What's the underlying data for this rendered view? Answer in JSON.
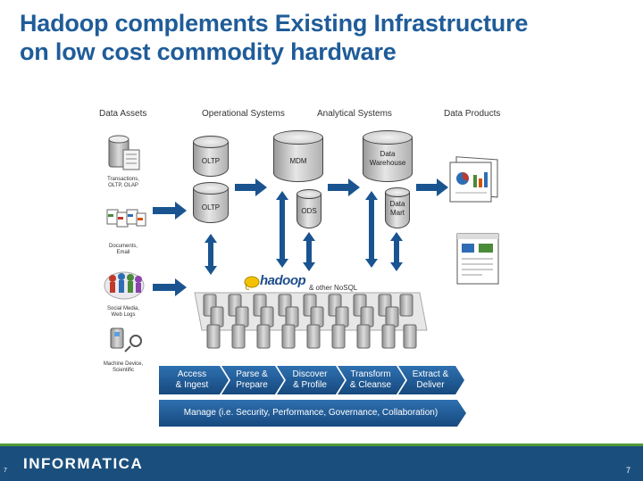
{
  "title_line1": "Hadoop complements Existing Infrastructure",
  "title_line2": "on low cost commodity hardware",
  "columns": {
    "data_assets": "Data Assets",
    "operational": "Operational Systems",
    "analytical": "Analytical Systems",
    "products": "Data Products"
  },
  "assets": {
    "transactions": [
      "Transactions,",
      "OLTP, OLAP"
    ],
    "documents": [
      "Documents,",
      "Email"
    ],
    "social": [
      "Social Media,",
      "Web Logs"
    ],
    "machine": [
      "Machine Device,",
      "Scientific"
    ]
  },
  "stores": {
    "oltp1": "OLTP",
    "oltp2": "OLTP",
    "mdm": "MDM",
    "ods": "ODS",
    "dw": [
      "Data",
      "Warehouse"
    ],
    "dm": [
      "Data",
      "Mart"
    ]
  },
  "hadoop": {
    "logo": "hadoop",
    "suffix": "& other NoSQL"
  },
  "process_steps": [
    [
      "Access",
      "& Ingest"
    ],
    [
      "Parse &",
      "Prepare"
    ],
    [
      "Discover",
      "& Profile"
    ],
    [
      "Transform",
      "& Cleanse"
    ],
    [
      "Extract &",
      "Deliver"
    ]
  ],
  "manage_bar": "Manage (i.e. Security, Performance, Governance, Collaboration)",
  "footer": {
    "logo": "INFORMATICA",
    "page": "7",
    "corner": "7"
  },
  "colors": {
    "title": "#1f5c99",
    "arrow": "#1a5490",
    "process": "#1f5f9e",
    "footer": "#1a4f7d",
    "footer_accent": "#4f9a3a"
  }
}
